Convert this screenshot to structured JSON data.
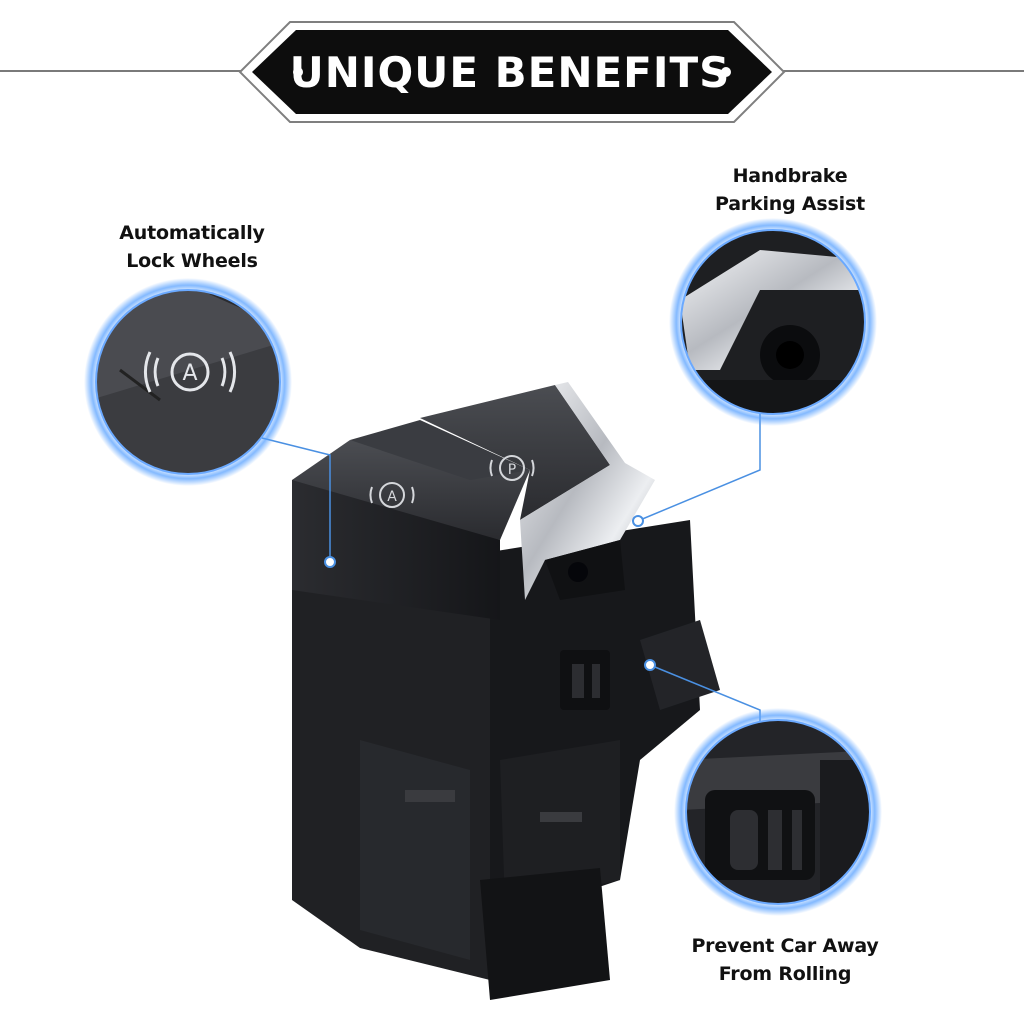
{
  "banner": {
    "title": "UNIQUE BENEFITS"
  },
  "callouts": [
    {
      "name": "auto-lock",
      "lines": [
        "Automatically",
        "Lock Wheels"
      ]
    },
    {
      "name": "handbrake",
      "lines": [
        "Handbrake",
        "Parking Assist"
      ]
    },
    {
      "name": "prevent-rolling",
      "lines": [
        "Prevent Car Away",
        "From Rolling"
      ]
    }
  ],
  "button_icons": {
    "auto_hold": "A",
    "parking": "P"
  },
  "colors": {
    "accent_blue": "#4a90e2",
    "body_black": "#1b1c1f",
    "chrome": "#c9ccd1",
    "banner": "#0d0d0d"
  }
}
